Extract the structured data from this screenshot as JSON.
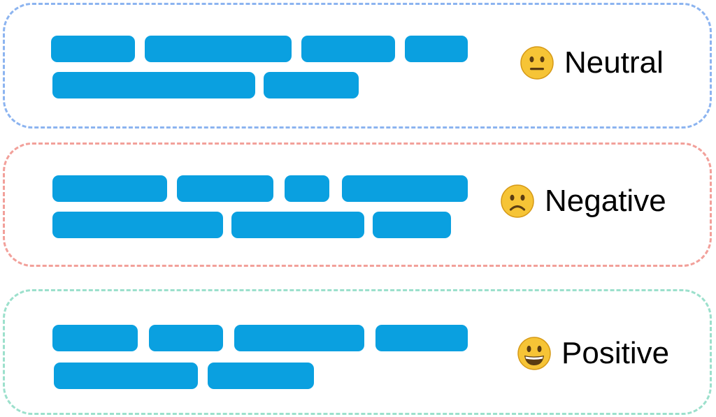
{
  "colors": {
    "bar": "#0aa0e0",
    "emoji_face": "#f6c436",
    "emoji_edge": "#d69a18",
    "emoji_feature": "#5a3c12"
  },
  "panels": [
    {
      "label": "Neutral",
      "emoji": "neutral-face-icon",
      "border_color": "#8cb4f0"
    },
    {
      "label": "Negative",
      "emoji": "frowning-face-icon",
      "border_color": "#f2a09a"
    },
    {
      "label": "Positive",
      "emoji": "grinning-face-icon",
      "border_color": "#9ce0cc"
    }
  ]
}
